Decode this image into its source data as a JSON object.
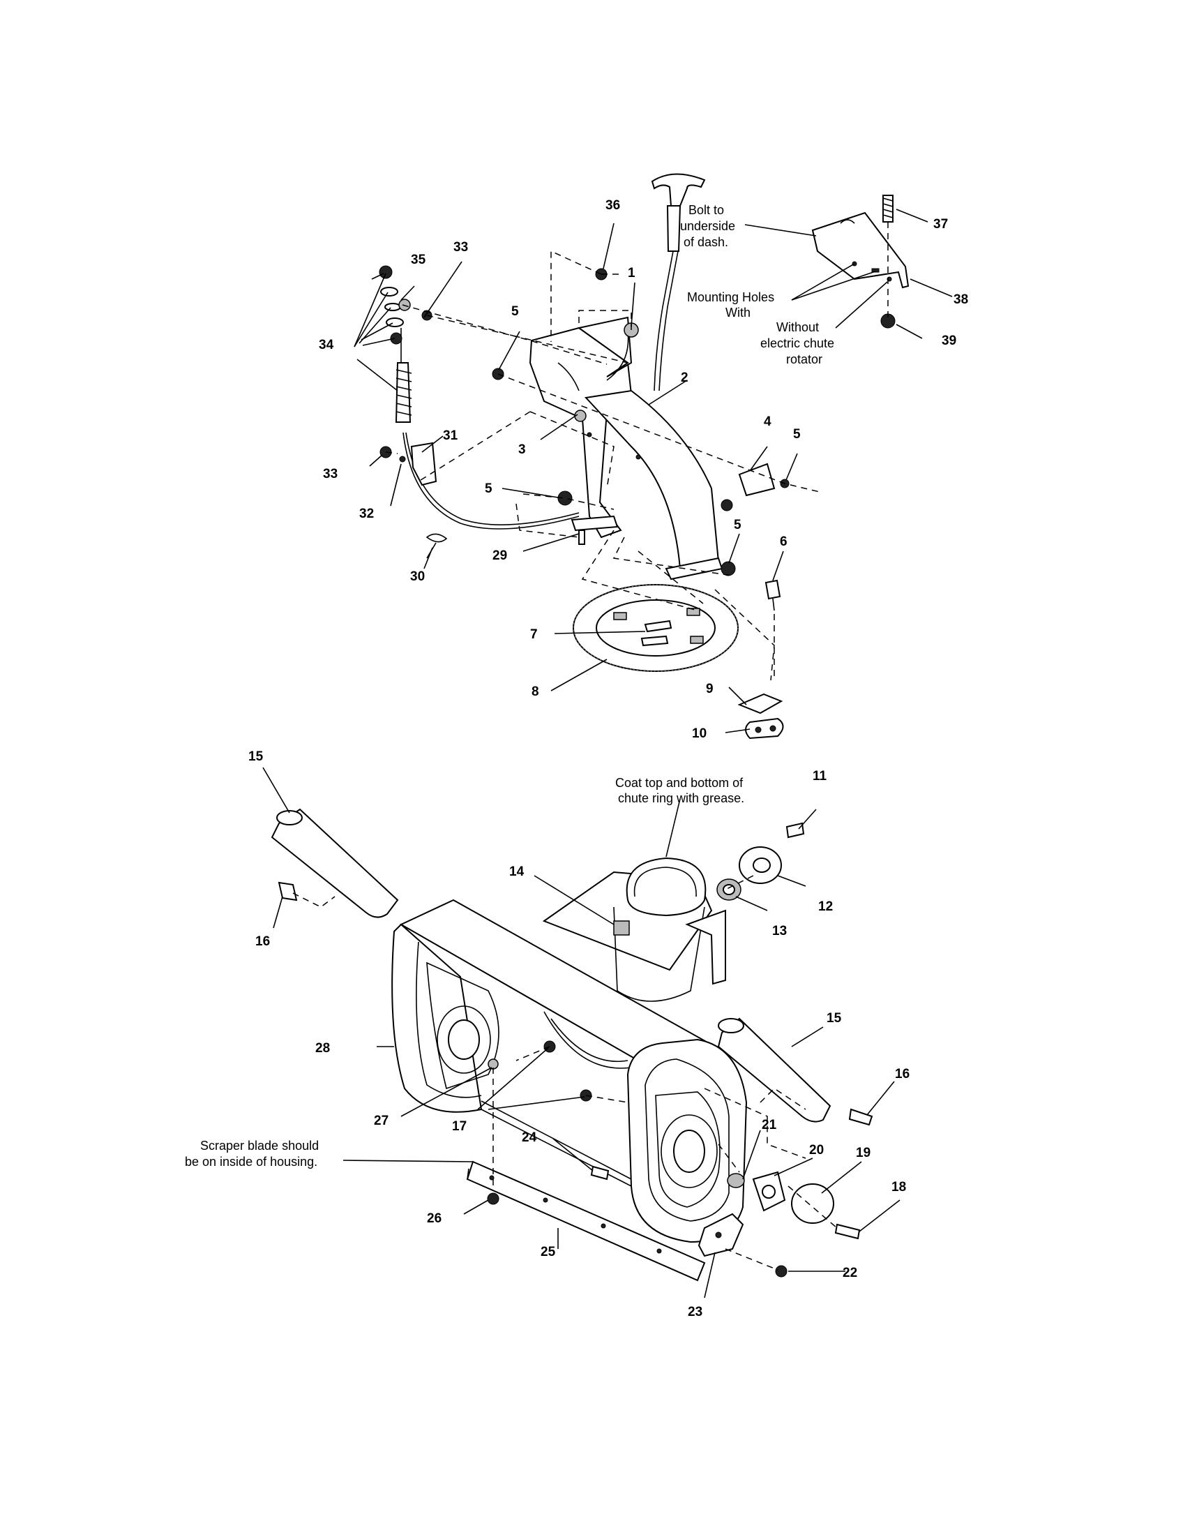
{
  "callouts": {
    "c1": "1",
    "c2": "2",
    "c3": "3",
    "c4": "4",
    "c5a": "5",
    "c5b": "5",
    "c5c": "5",
    "c5d": "5",
    "c6": "6",
    "c7": "7",
    "c8": "8",
    "c9": "9",
    "c10": "10",
    "c11": "11",
    "c12": "12",
    "c13": "13",
    "c14": "14",
    "c15a": "15",
    "c15b": "15",
    "c16a": "16",
    "c16b": "16",
    "c17": "17",
    "c18": "18",
    "c19": "19",
    "c20": "20",
    "c21": "21",
    "c22": "22",
    "c23": "23",
    "c24": "24",
    "c25": "25",
    "c26": "26",
    "c27": "27",
    "c28": "28",
    "c29": "29",
    "c30": "30",
    "c31": "31",
    "c32": "32",
    "c33a": "33",
    "c33b": "33",
    "c34": "34",
    "c35": "35",
    "c36": "36",
    "c37": "37",
    "c38": "38",
    "c39": "39"
  },
  "notes": {
    "bolt_line1": "Bolt to",
    "bolt_line2": "underside",
    "bolt_line3": "of dash.",
    "mount_line1": "Mounting Holes",
    "mount_line2": "With",
    "without_line1": "Without",
    "without_line2": "electric chute",
    "without_line3": "rotator",
    "coat_line1": "Coat top and bottom of",
    "coat_line2": "chute ring with grease.",
    "scraper_line1": "Scraper blade should",
    "scraper_line2": "be on inside of housing."
  }
}
